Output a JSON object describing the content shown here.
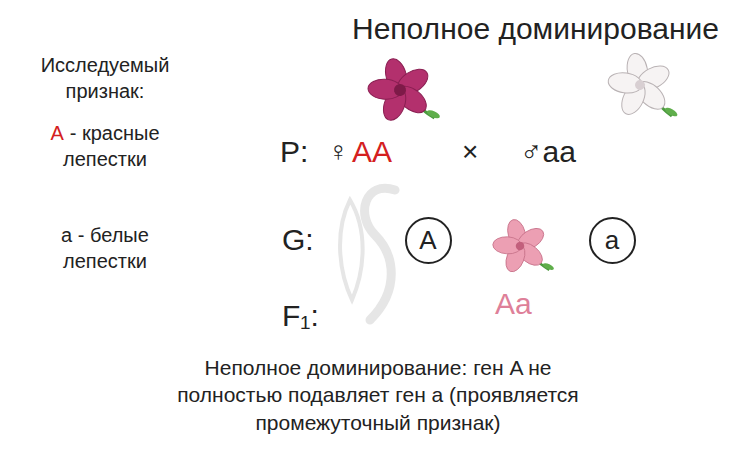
{
  "diagram": {
    "title": "Неполное доминирование",
    "caption": "Неполное доминирование: ген A не полностью подавляет ген a (проявляется промежуточный признак)",
    "nodes": [
      {
        "text": [
          "A"
        ]
      },
      {
        "text": [
          "a"
        ]
      }
    ],
    "labels": [
      "Исследуемый признак:",
      "A",
      "- красные лепестки",
      "a - белые лепестки",
      "P:",
      "♀",
      "AA",
      "×",
      "♂aa",
      "G:",
      "F₁:",
      "Aa"
    ]
  }
}
